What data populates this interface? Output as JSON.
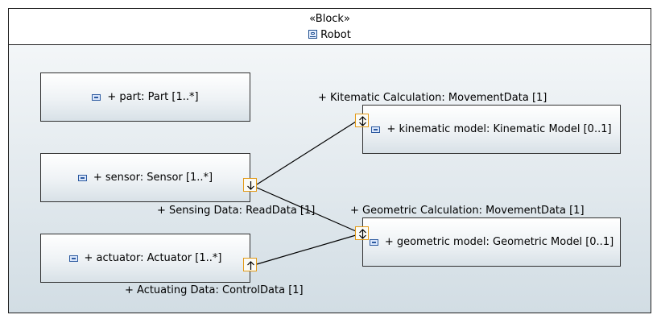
{
  "block": {
    "stereotype": "«Block»",
    "name": "Robot"
  },
  "parts": {
    "part": "+ part: Part [1..*]",
    "sensor": "+ sensor: Sensor [1..*]",
    "actuator": "+ actuator: Actuator [1..*]",
    "kinematic": "+ kinematic model: Kinematic Model [0..1]",
    "geometric": "+ geometric model: Geometric Model [0..1]"
  },
  "ports": {
    "kinematic_calc": "+ Kitematic Calculation: MovementData [1]",
    "geometric_calc": "+ Geometric Calculation: MovementData [1]",
    "sensing_data": "+ Sensing Data: ReadData [1]",
    "actuating_data": "+ Actuating Data: ControlData [1]"
  },
  "colors": {
    "port_border": "#e39a16",
    "icon_blue": "#2c5aa0"
  },
  "icons": {
    "block": "block-icon",
    "part": "part-icon",
    "port_in": "arrow-down-icon",
    "port_out": "arrow-up-icon",
    "port_inout": "arrow-updown-icon"
  }
}
